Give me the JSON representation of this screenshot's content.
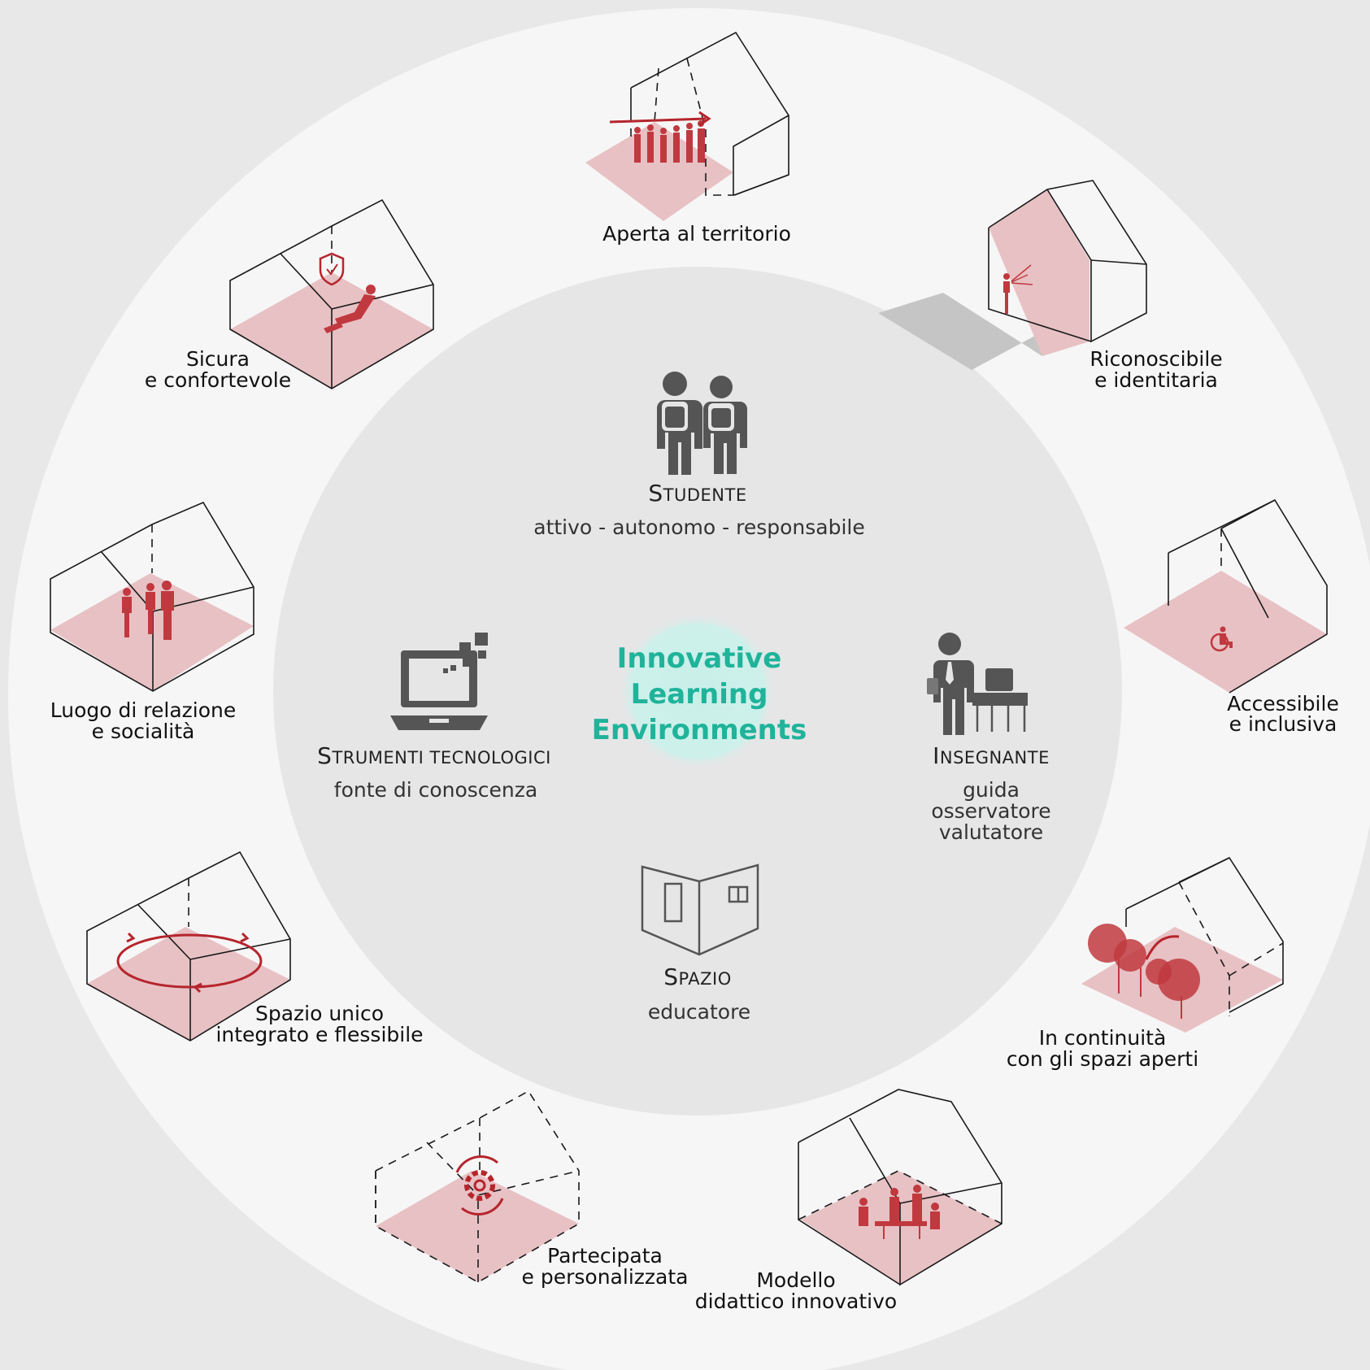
{
  "center": {
    "line1": "Innovative",
    "line2": "Learning",
    "line3": "Environments"
  },
  "roles": {
    "studente": {
      "title_cap": "S",
      "title_rest": "TUDENTE",
      "subtitle": "attivo - autonomo - responsabile"
    },
    "strumenti": {
      "title_cap1": "S",
      "title_rest1": "TRUMENTI ",
      "title_rest2": "TECNOLOGICI",
      "subtitle": "fonte di conoscenza"
    },
    "insegnante": {
      "title_cap": "I",
      "title_rest": "NSEGNANTE",
      "line1": "guida",
      "line2": "osservatore",
      "line3": "valutatore"
    },
    "spazio": {
      "title_cap": "S",
      "title_rest": "PAZIO",
      "subtitle": "educatore"
    }
  },
  "qualities": {
    "aperta": {
      "line1": "Aperta al territorio"
    },
    "riconoscibile": {
      "line1": "Riconoscibile",
      "line2": "e identitaria"
    },
    "accessibile": {
      "line1": "Accessibile",
      "line2": "e inclusiva"
    },
    "continuita": {
      "line1": "In continuità",
      "line2": "con gli spazi aperti"
    },
    "modello": {
      "line1": "Modello",
      "line2": "didattico innovativo"
    },
    "partecipata": {
      "line1": "Partecipata",
      "line2": "e personalizzata"
    },
    "spazio_unico": {
      "line1": "Spazio unico",
      "line2": "integrato e flessibile"
    },
    "luogo": {
      "line1": "Luogo di relazione",
      "line2": "e socialità"
    },
    "sicura": {
      "line1": "Sicura",
      "line2": "e confortevole"
    }
  },
  "colors": {
    "background": "#e8e8e9",
    "ring": "#f6f6f6",
    "inner_disc": "#e6e6e7",
    "center_glow": "#c9efe9",
    "center_text": "#1fb39a",
    "accent_red": "#c0393f",
    "floor_pink": "#e8c1c4",
    "icon_gray": "#555555"
  },
  "icons": [
    "students-icon",
    "laptop-icon",
    "teacher-icon",
    "room-icon",
    "walking-group-icon",
    "signal-person-icon",
    "wheelchair-icon",
    "trees-icon",
    "meeting-table-icon",
    "gear-cycle-icon",
    "circular-arrows-icon",
    "standing-group-icon",
    "shield-icon"
  ]
}
